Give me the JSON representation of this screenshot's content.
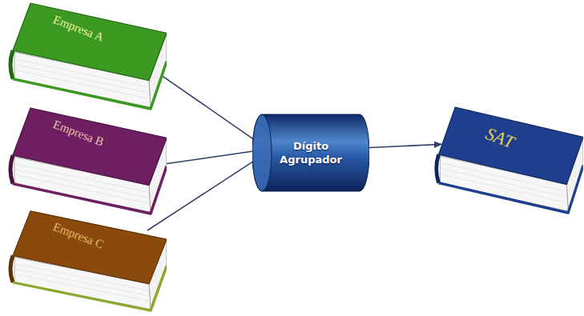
{
  "diagram": {
    "nodes": [
      {
        "text": [
          "Empresa A"
        ]
      },
      {
        "text": [
          "Empresa B"
        ]
      },
      {
        "text": [
          "Empresa C"
        ]
      },
      {
        "text": [
          "Dígito Agrupador"
        ]
      },
      {
        "text": [
          "SAT"
        ]
      }
    ],
    "edges": [
      {
        "from": 0,
        "to": 3,
        "arrow": "to"
      },
      {
        "from": 1,
        "to": 3,
        "arrow": "to"
      },
      {
        "from": 2,
        "to": 3,
        "arrow": "to"
      },
      {
        "from": 3,
        "to": 4,
        "arrow": "to"
      }
    ]
  }
}
